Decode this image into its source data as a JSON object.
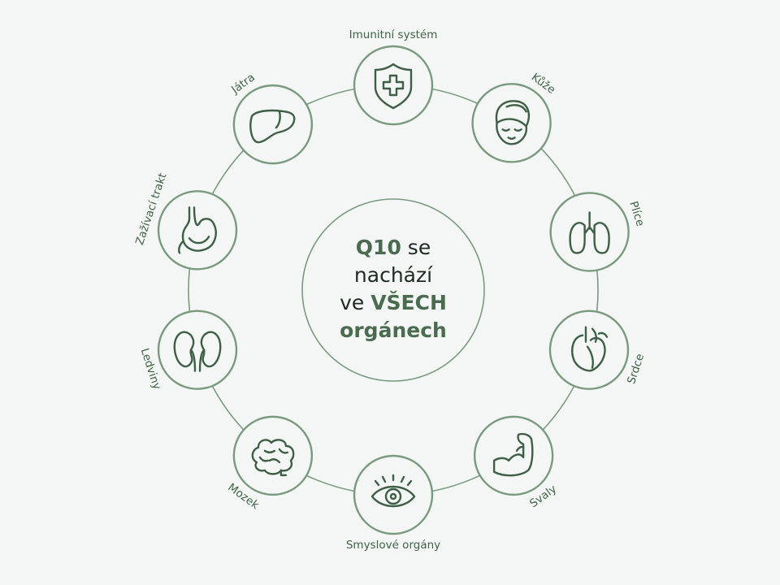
{
  "center": {
    "line1_bold": "Q10",
    "line1_rest": " se",
    "line2": "nachází",
    "line3_pre": "ve ",
    "line3_bold": "VŠECH",
    "line4_bold": "orgánech"
  },
  "organs": [
    {
      "label": "Imunitní systém",
      "icon": "shield-cross-icon"
    },
    {
      "label": "Kůže",
      "icon": "face-towel-icon"
    },
    {
      "label": "Plíce",
      "icon": "lungs-icon"
    },
    {
      "label": "Srdce",
      "icon": "heart-organ-icon"
    },
    {
      "label": "Svaly",
      "icon": "flexed-arm-icon"
    },
    {
      "label": "Smyslové orgány",
      "icon": "eye-icon"
    },
    {
      "label": "Mozek",
      "icon": "brain-icon"
    },
    {
      "label": "Ledviny",
      "icon": "kidneys-icon"
    },
    {
      "label": "Zažívací trakt",
      "icon": "stomach-icon"
    },
    {
      "label": "Játra",
      "icon": "liver-icon"
    }
  ],
  "colors": {
    "ring": "#7a9a7f",
    "icon": "#3e5f45",
    "accent": "#4a6b50",
    "background": "#f4f6f5"
  }
}
